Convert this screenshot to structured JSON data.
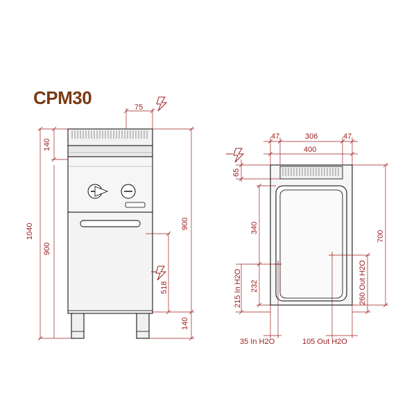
{
  "title": "CPM30",
  "colors": {
    "title": "#7a3a14",
    "dimension": "#9b1c1c",
    "outline": "#000000",
    "fill_light": "#f4f4f4",
    "fill_mid": "#e4e4e4"
  },
  "front_view": {
    "dimensions": {
      "top_offset": "75",
      "total_height": "1040",
      "upper_panel": "140",
      "body_height": "900",
      "right_height": "900",
      "leg_height": "140",
      "inlet_height": "518"
    },
    "icons": [
      "electric-connection-icon",
      "water-inlet-icon"
    ]
  },
  "top_view": {
    "dimensions": {
      "margin_left": "47",
      "well_width": "306",
      "margin_right": "47",
      "total_width": "400",
      "back_depth": "65",
      "well_depth": "340",
      "total_depth": "700",
      "inlet_from_front": "232",
      "outlet_from_front": "260 Out H2O",
      "inlet_height_label": "215 In H2O",
      "inlet_x": "35 In H2O",
      "outlet_x": "105 Out H2O"
    },
    "icons": [
      "electric-connection-icon"
    ]
  }
}
